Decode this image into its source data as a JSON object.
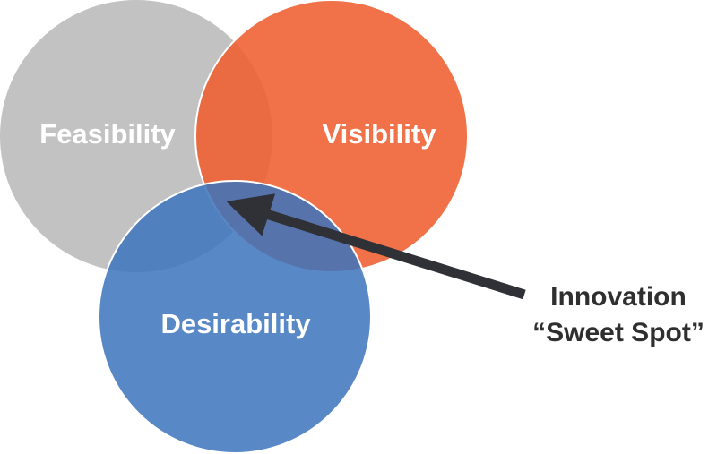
{
  "diagram": {
    "circles": [
      {
        "label": "Feasibility",
        "color": "#bdbdbd"
      },
      {
        "label": "Visibility",
        "color": "#f1663a"
      },
      {
        "label": "Desirability",
        "color": "#4a80c2"
      }
    ],
    "callout": {
      "line1": "Innovation",
      "line2": "“Sweet Spot”",
      "arrow_color": "#2f3136"
    }
  }
}
